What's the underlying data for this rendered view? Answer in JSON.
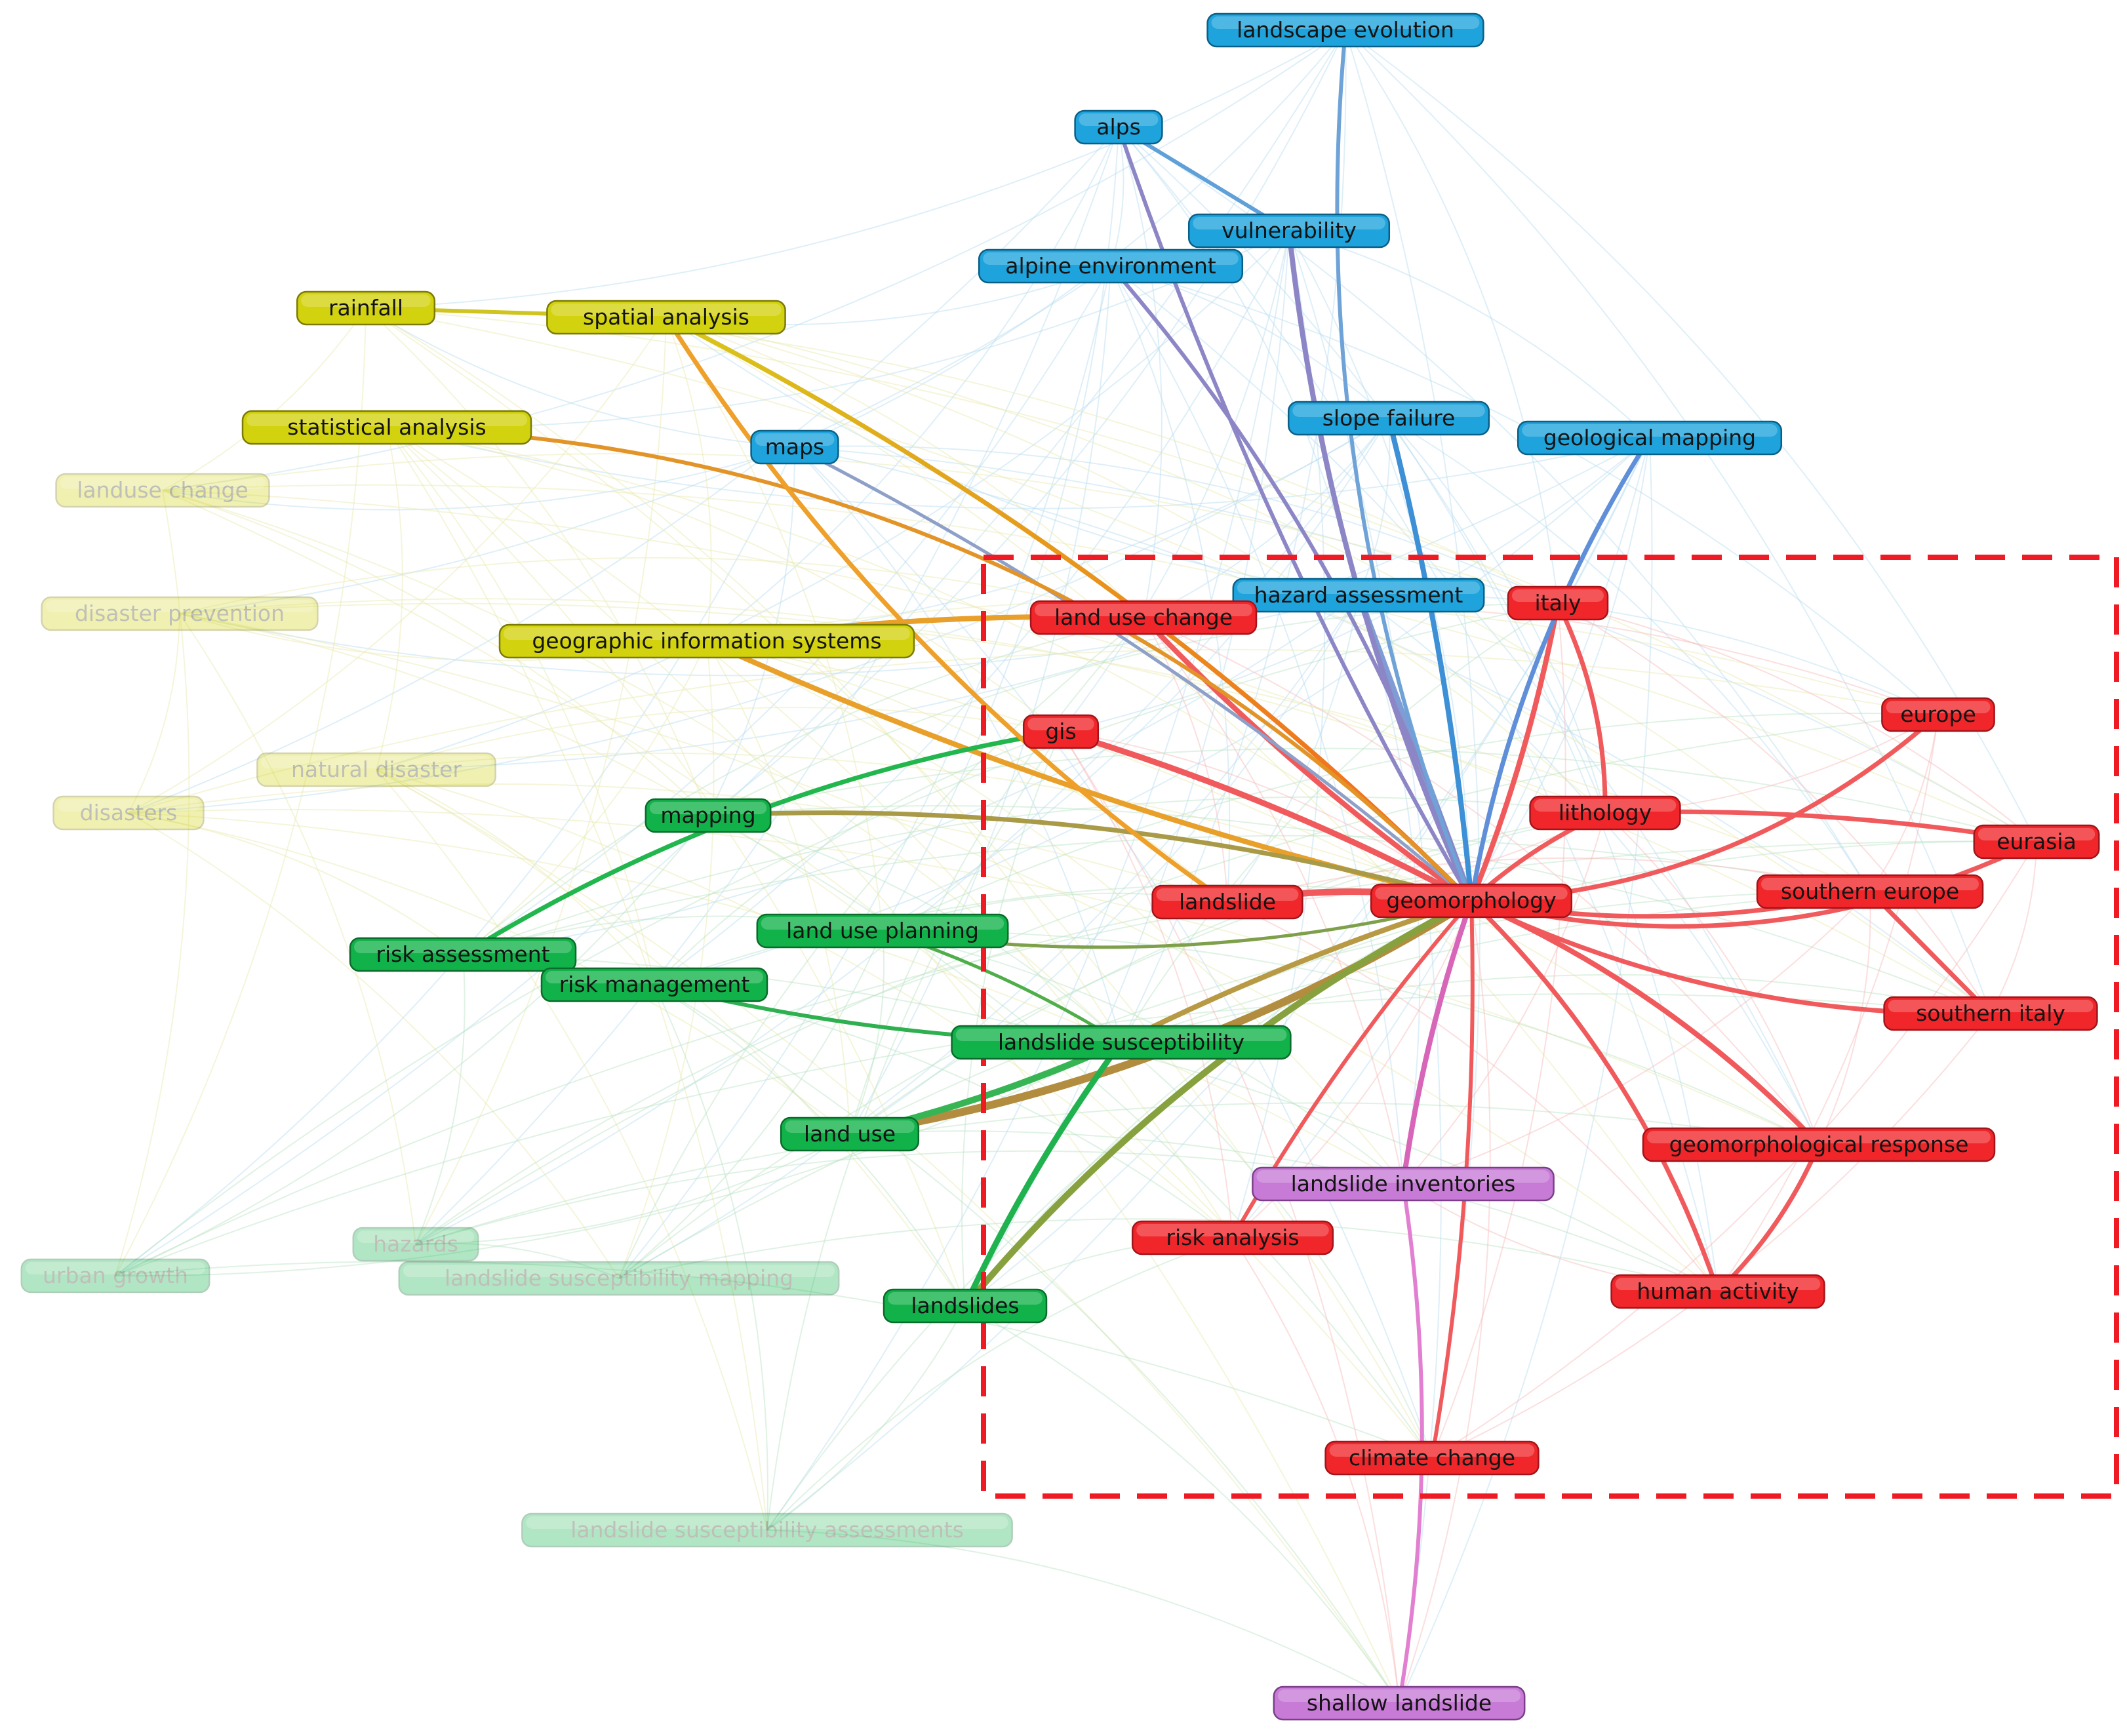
{
  "colors": {
    "red": "#f0262a",
    "blue": "#1ea3dc",
    "green": "#11b24a",
    "yellow": "#d2d20e",
    "purple": "#c77ad6",
    "box": "#ee1b24"
  },
  "nodes": [
    {
      "id": "landscape-evolution",
      "label": "landscape evolution",
      "cluster": "blue"
    },
    {
      "id": "alps",
      "label": "alps",
      "cluster": "blue"
    },
    {
      "id": "vulnerability",
      "label": "vulnerability",
      "cluster": "blue"
    },
    {
      "id": "alpine-environment",
      "label": "alpine environment",
      "cluster": "blue"
    },
    {
      "id": "maps",
      "label": "maps",
      "cluster": "blue"
    },
    {
      "id": "slope-failure",
      "label": "slope failure",
      "cluster": "blue"
    },
    {
      "id": "geological-mapping",
      "label": "geological mapping",
      "cluster": "blue"
    },
    {
      "id": "hazard-assessment",
      "label": "hazard assessment",
      "cluster": "blue"
    },
    {
      "id": "rainfall",
      "label": "rainfall",
      "cluster": "yellow"
    },
    {
      "id": "spatial-analysis",
      "label": "spatial analysis",
      "cluster": "yellow"
    },
    {
      "id": "statistical-analysis",
      "label": "statistical analysis",
      "cluster": "yellow"
    },
    {
      "id": "geographic-information-systems",
      "label": "geographic information systems",
      "cluster": "yellow"
    },
    {
      "id": "landuse-change",
      "label": "landuse change",
      "cluster": "yellow",
      "faded": true
    },
    {
      "id": "disaster-prevention",
      "label": "disaster prevention",
      "cluster": "yellow",
      "faded": true
    },
    {
      "id": "natural-disaster",
      "label": "natural disaster",
      "cluster": "yellow",
      "faded": true
    },
    {
      "id": "disasters",
      "label": "disasters",
      "cluster": "yellow",
      "faded": true
    },
    {
      "id": "mapping",
      "label": "mapping",
      "cluster": "green"
    },
    {
      "id": "risk-assessment",
      "label": "risk assessment",
      "cluster": "green"
    },
    {
      "id": "risk-management",
      "label": "risk management",
      "cluster": "green"
    },
    {
      "id": "land-use-planning",
      "label": "land use planning",
      "cluster": "green"
    },
    {
      "id": "landslide-susceptibility",
      "label": "landslide susceptibility",
      "cluster": "green"
    },
    {
      "id": "land-use",
      "label": "land use",
      "cluster": "green"
    },
    {
      "id": "landslides",
      "label": "landslides",
      "cluster": "green"
    },
    {
      "id": "hazards",
      "label": "hazards",
      "cluster": "green",
      "faded": true
    },
    {
      "id": "urban-growth",
      "label": "urban growth",
      "cluster": "green",
      "faded": true
    },
    {
      "id": "landslide-susceptibility-mapping",
      "label": "landslide susceptibility mapping",
      "cluster": "green",
      "faded": true
    },
    {
      "id": "landslide-susceptibility-assessments",
      "label": "landslide susceptibility assessments",
      "cluster": "green",
      "faded": true
    },
    {
      "id": "land-use-change",
      "label": "land use change",
      "cluster": "red"
    },
    {
      "id": "italy",
      "label": "italy",
      "cluster": "red"
    },
    {
      "id": "europe",
      "label": "europe",
      "cluster": "red"
    },
    {
      "id": "gis",
      "label": "gis",
      "cluster": "red"
    },
    {
      "id": "lithology",
      "label": "lithology",
      "cluster": "red"
    },
    {
      "id": "eurasia",
      "label": "eurasia",
      "cluster": "red"
    },
    {
      "id": "landslide",
      "label": "landslide",
      "cluster": "red"
    },
    {
      "id": "geomorphology",
      "label": "geomorphology",
      "cluster": "red"
    },
    {
      "id": "southern-europe",
      "label": "southern europe",
      "cluster": "red"
    },
    {
      "id": "southern-italy",
      "label": "southern italy",
      "cluster": "red"
    },
    {
      "id": "geomorphological-response",
      "label": "geomorphological response",
      "cluster": "red"
    },
    {
      "id": "risk-analysis",
      "label": "risk analysis",
      "cluster": "red"
    },
    {
      "id": "human-activity",
      "label": "human activity",
      "cluster": "red"
    },
    {
      "id": "climate-change",
      "label": "climate change",
      "cluster": "red"
    },
    {
      "id": "landslide-inventories",
      "label": "landslide inventories",
      "cluster": "purple"
    },
    {
      "id": "shallow-landslide",
      "label": "shallow landslide",
      "cluster": "purple"
    }
  ]
}
